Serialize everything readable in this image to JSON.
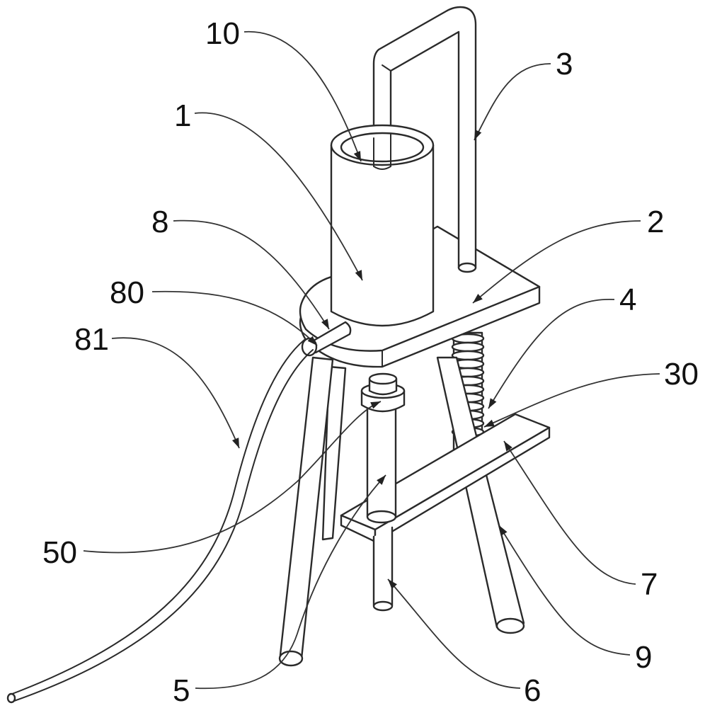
{
  "labels": {
    "l10": "10",
    "l3": "3",
    "l1": "1",
    "l8": "8",
    "l2": "2",
    "l80": "80",
    "l4": "4",
    "l81": "81",
    "l30": "30",
    "l50": "50",
    "l7": "7",
    "l9": "9",
    "l5": "5",
    "l6": "6"
  }
}
